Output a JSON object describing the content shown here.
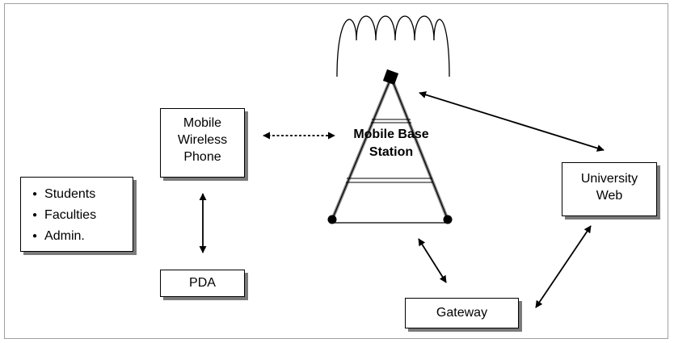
{
  "audience_box": {
    "items": [
      "Students",
      "Faculties",
      "Admin."
    ]
  },
  "phone_box": {
    "lines": [
      "Mobile",
      "Wireless",
      "Phone"
    ]
  },
  "pda_box": {
    "label": "PDA"
  },
  "tower": {
    "lines": [
      "Mobile Base",
      "Station"
    ]
  },
  "university_box": {
    "lines": [
      "University",
      "Web"
    ]
  },
  "gateway_box": {
    "label": "Gateway"
  },
  "colors": {
    "line": "#000000",
    "shadow": "#7a7a7a",
    "frame": "#a0a0a0"
  }
}
